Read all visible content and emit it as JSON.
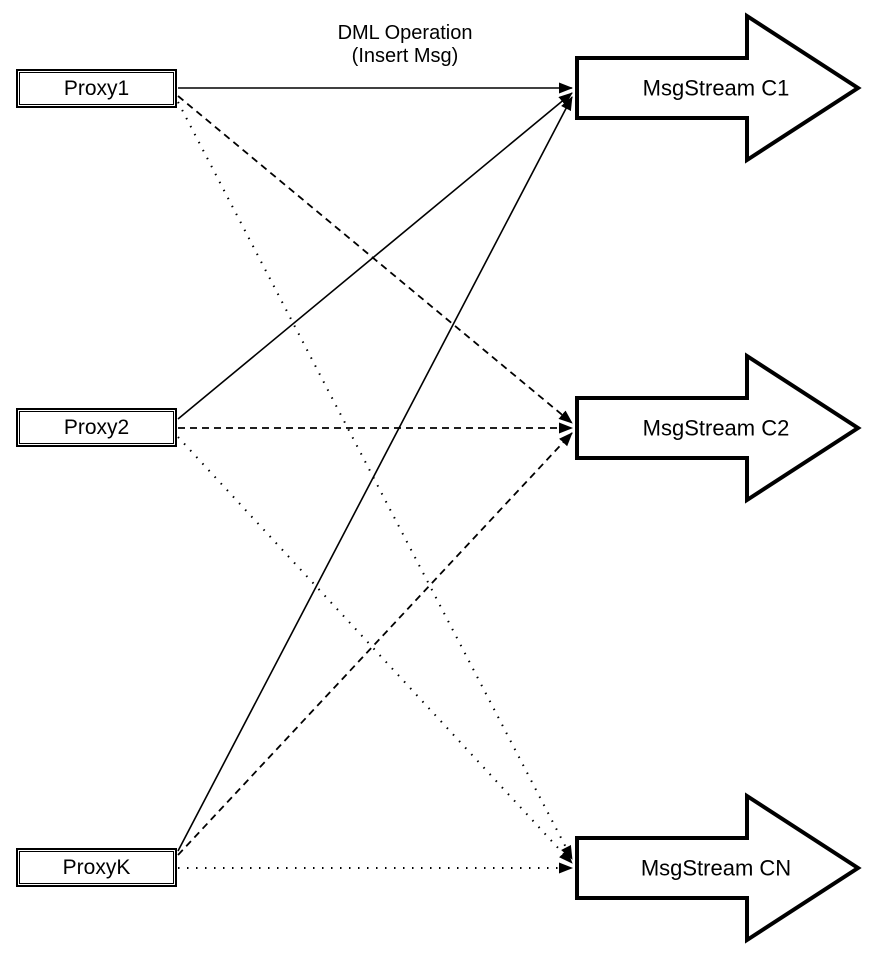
{
  "diagram": {
    "annotation": {
      "line1": "DML Operation",
      "line2": "(Insert Msg)"
    },
    "proxies": [
      {
        "id": "proxy1",
        "label": "Proxy1"
      },
      {
        "id": "proxy2",
        "label": "Proxy2"
      },
      {
        "id": "proxyk",
        "label": "ProxyK"
      }
    ],
    "streams": [
      {
        "id": "c1",
        "label": "MsgStream C1"
      },
      {
        "id": "c2",
        "label": "MsgStream C2"
      },
      {
        "id": "cn",
        "label": "MsgStream CN"
      }
    ],
    "edges": [
      {
        "from": "proxy1",
        "to": "c1",
        "style": "solid"
      },
      {
        "from": "proxy1",
        "to": "c2",
        "style": "dashed"
      },
      {
        "from": "proxy1",
        "to": "cn",
        "style": "dotted"
      },
      {
        "from": "proxy2",
        "to": "c1",
        "style": "solid"
      },
      {
        "from": "proxy2",
        "to": "c2",
        "style": "dashed"
      },
      {
        "from": "proxy2",
        "to": "cn",
        "style": "dotted"
      },
      {
        "from": "proxyk",
        "to": "c1",
        "style": "solid"
      },
      {
        "from": "proxyk",
        "to": "c2",
        "style": "dashed"
      },
      {
        "from": "proxyk",
        "to": "cn",
        "style": "dotted"
      }
    ],
    "colors": {
      "stroke": "#000000",
      "fill": "#ffffff",
      "background": "#ffffff"
    }
  }
}
